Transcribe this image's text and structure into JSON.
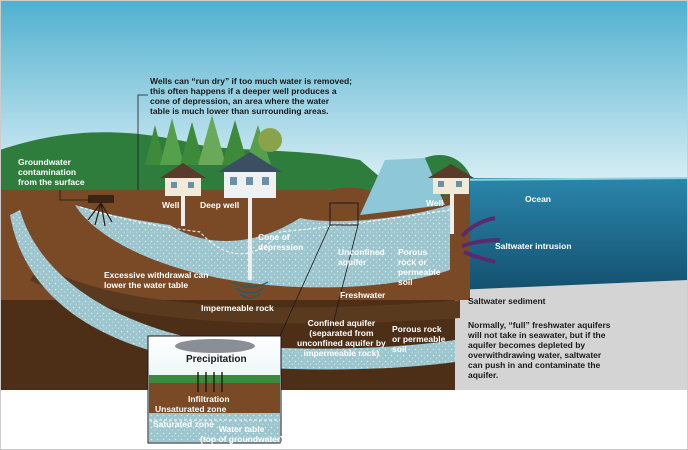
{
  "labels": {
    "wells_run_dry": "Wells can “run dry” if too much water is removed;\nthis often happens if a deeper well produces a\ncone of depression, an area where the water\ntable is much lower than surrounding areas.",
    "groundwater_contamination": "Groundwater\ncontamination\nfrom the surface",
    "well_left": "Well",
    "deep_well": "Deep well",
    "well_right": "Well",
    "ocean": "Ocean",
    "cone_of_depression": "Cone of\ndepression",
    "unconfined_aquifer": "Unconfined\naquifer",
    "porous_rock_upper": "Porous\nrock or\npermeable\nsoil",
    "saltwater_intrusion": "Saltwater intrusion",
    "excessive_withdrawal": "Excessive withdrawal can\nlower the water table",
    "freshwater": "Freshwater",
    "impermeable_rock": "Impermeable rock",
    "saltwater_sediment": "Saltwater sediment",
    "confined_aquifer": "Confined aquifer\n(separated from\nunconfined aquifer by\nimpermeable rock)",
    "porous_rock_lower": "Porous rock\nor permeable\nsoil",
    "full_aquifers_note": "Normally, “full” freshwater aquifers\nwill not take in seawater, but if the\naquifer becomes depleted by\noverwithdrawing water, saltwater\ncan push in and contaminate the\naquifer."
  },
  "inset": {
    "precipitation": "Precipitation",
    "infiltration": "Infiltration",
    "unsaturated_zone": "Unsaturated zone",
    "saturated_zone": "Saturated zone",
    "water_table": "Water table\n(top of groundwater)"
  },
  "colors": {
    "sky_top": "#4fb0cf",
    "sky_bottom": "#d7eef5",
    "grass": "#2f7d3c",
    "soil": "#6b4324",
    "deep_soil": "#4a2d17",
    "aquifer": "#9fc6cf",
    "ocean": "#1b6f96",
    "sediment": "#cfcfcf",
    "purple_arrow": "#5b2a6e"
  }
}
